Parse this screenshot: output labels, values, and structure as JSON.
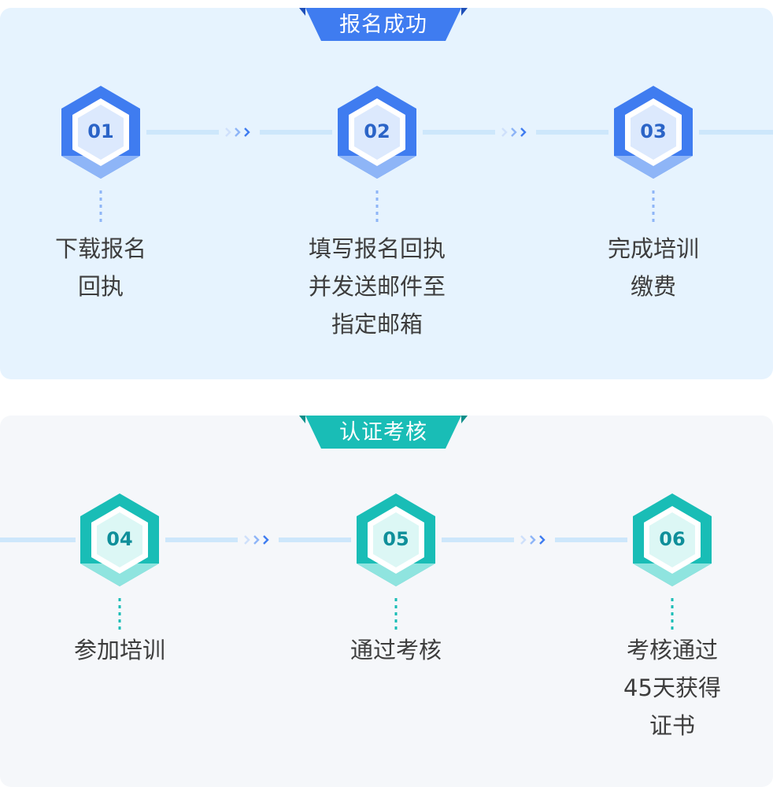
{
  "colors": {
    "blue_accent": "#3f7cf0",
    "blue_light": "#8eb5f7",
    "blue_inner": "#dce9fd",
    "blue_num": "#2b64c7",
    "teal_accent": "#19bdb6",
    "teal_light": "#8fe4df",
    "teal_inner": "#dcf7f5",
    "teal_num": "#0f8f9a",
    "connector": "#cde7fb",
    "label_text": "#3d3d3d"
  },
  "sections": [
    {
      "title": "报名成功",
      "steps": [
        {
          "number": "01",
          "label_lines": [
            "下载报名",
            "回执"
          ]
        },
        {
          "number": "02",
          "label_lines": [
            "填写报名回执",
            "并发送邮件至",
            "指定邮箱"
          ]
        },
        {
          "number": "03",
          "label_lines": [
            "完成培训",
            "缴费"
          ]
        }
      ]
    },
    {
      "title": "认证考核",
      "steps": [
        {
          "number": "04",
          "label_lines": [
            "参加培训"
          ]
        },
        {
          "number": "05",
          "label_lines": [
            "通过考核"
          ]
        },
        {
          "number": "06",
          "label_lines": [
            "考核通过",
            "45天获得",
            "证书"
          ]
        }
      ]
    }
  ]
}
